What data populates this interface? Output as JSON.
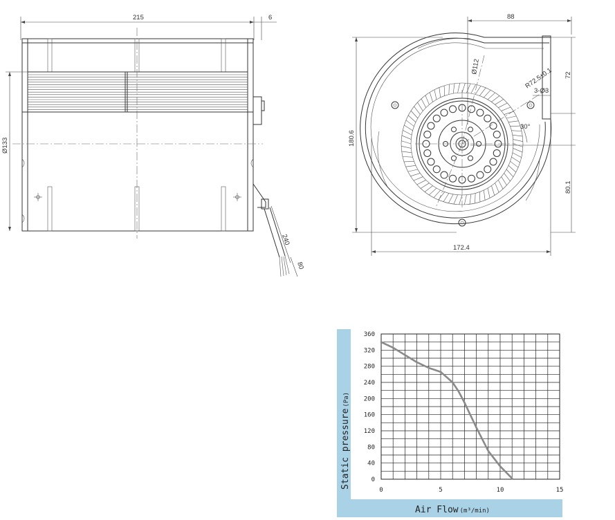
{
  "drawing": {
    "side_view": {
      "width_label": "215",
      "offset_label": "6",
      "diameter_label": "Ø133",
      "cable_length_label": "240",
      "cable_strip_label": "80"
    },
    "front_view": {
      "top_width_label": "88",
      "height_label": "180.6",
      "upper_right_label": "72",
      "lower_right_label": "80.1",
      "bottom_width_label": "172.4",
      "hub_diameter_label": "Ø112",
      "radius_label": "R72.5±0.1",
      "holes_label": "3-Ø3",
      "angle_label": "30°"
    }
  },
  "chart_data": {
    "type": "line",
    "xlabel": "Air Flow",
    "xlabel_unit": "(m³/min)",
    "ylabel": "Static pressure",
    "ylabel_unit": "(Pa)",
    "xlim": [
      0,
      15
    ],
    "ylim": [
      0,
      360
    ],
    "x_ticks": [
      "0",
      "5",
      "10",
      "15"
    ],
    "y_ticks": [
      "360",
      "320",
      "280",
      "240",
      "200",
      "160",
      "120",
      "80",
      "40",
      "0"
    ],
    "x_grid_step": 1,
    "y_grid_step": 20,
    "grid": true,
    "colors": {
      "curve": "#8a8a8a",
      "label_band": "#a9d2e6"
    },
    "series": [
      {
        "x": [
          0,
          1,
          2,
          3,
          4,
          5,
          6,
          6.5,
          7,
          8,
          9,
          10,
          11
        ],
        "y": [
          340,
          326,
          308,
          290,
          276,
          266,
          240,
          218,
          190,
          128,
          70,
          32,
          2
        ]
      }
    ]
  }
}
